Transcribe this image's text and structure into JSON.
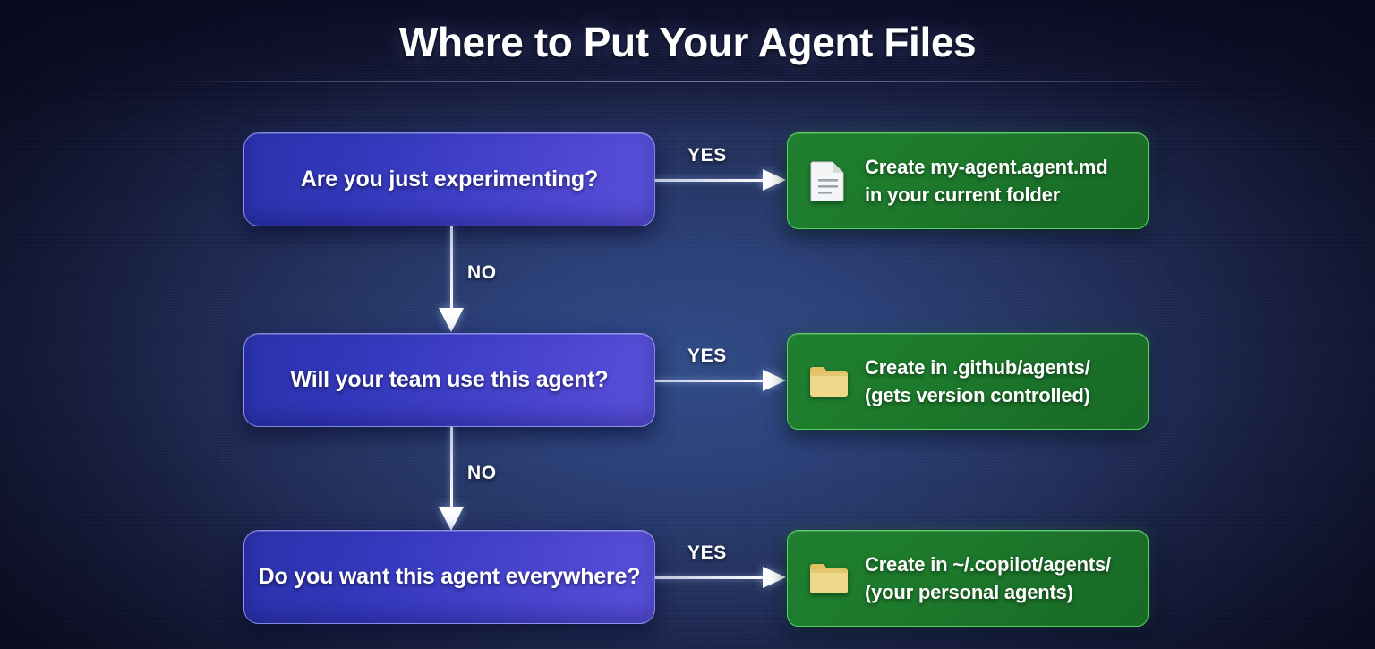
{
  "header": {
    "title": "Where to Put Your Agent Files"
  },
  "colors": {
    "background_dark": "#0d0f26",
    "background_center": "#2f4a86",
    "decision_box_start": "#2b33ad",
    "decision_box_end": "#5a50da",
    "decision_border": "#b2beff",
    "result_box": "#1f7f2f",
    "result_border": "#56d25e",
    "connector": "#ffffff",
    "text": "#ffffff",
    "folder_icon": "#e8c96a",
    "document_icon": "#f2f2f2"
  },
  "flow": {
    "rows": [
      {
        "decision": "Are you just experimenting?",
        "yes_label": "YES",
        "no_label": "NO",
        "result": {
          "icon": "document-icon",
          "line1": "Create my-agent.agent.md",
          "line2": "in your current folder"
        }
      },
      {
        "decision": "Will your team use this agent?",
        "yes_label": "YES",
        "no_label": "NO",
        "result": {
          "icon": "folder-icon",
          "line1": "Create in .github/agents/",
          "line2": "(gets version controlled)"
        }
      },
      {
        "decision": "Do you want this agent everywhere?",
        "yes_label": "YES",
        "no_label": null,
        "result": {
          "icon": "folder-icon",
          "line1": "Create in ~/.copilot/agents/",
          "line2": "(your personal agents)"
        }
      }
    ]
  }
}
